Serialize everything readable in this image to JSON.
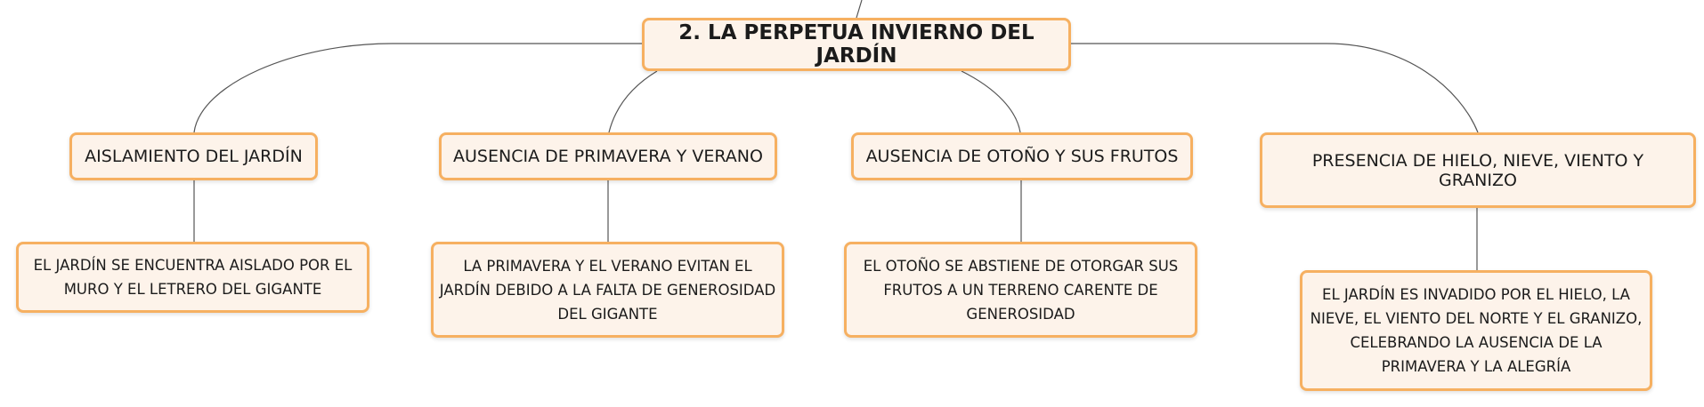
{
  "diagram": {
    "root": {
      "label": "2. LA PERPETUA INVIERNO DEL JARDÍN"
    },
    "branches": [
      {
        "label": "AISLAMIENTO DEL JARDÍN",
        "detail": "EL JARDÍN SE ENCUENTRA AISLADO POR EL MURO Y EL LETRERO DEL GIGANTE"
      },
      {
        "label": "AUSENCIA DE PRIMAVERA Y VERANO",
        "detail": "LA PRIMAVERA Y EL VERANO EVITAN EL JARDÍN DEBIDO A LA FALTA DE GENEROSIDAD DEL GIGANTE"
      },
      {
        "label": "AUSENCIA DE OTOÑO Y SUS FRUTOS",
        "detail": "EL OTOÑO SE ABSTIENE DE OTORGAR SUS FRUTOS A UN TERRENO CARENTE DE GENEROSIDAD"
      },
      {
        "label": "PRESENCIA DE HIELO, NIEVE, VIENTO Y GRANIZO",
        "detail": "EL JARDÍN ES INVADIDO POR EL HIELO, LA NIEVE, EL VIENTO DEL NORTE Y EL GRANIZO, CELEBRANDO LA AUSENCIA DE LA PRIMAVERA Y LA ALEGRÍA"
      }
    ],
    "colors": {
      "node_fill": "#fdf3ea",
      "node_border": "#f6b061",
      "connector": "#555555",
      "text": "#1b1b1b"
    }
  }
}
